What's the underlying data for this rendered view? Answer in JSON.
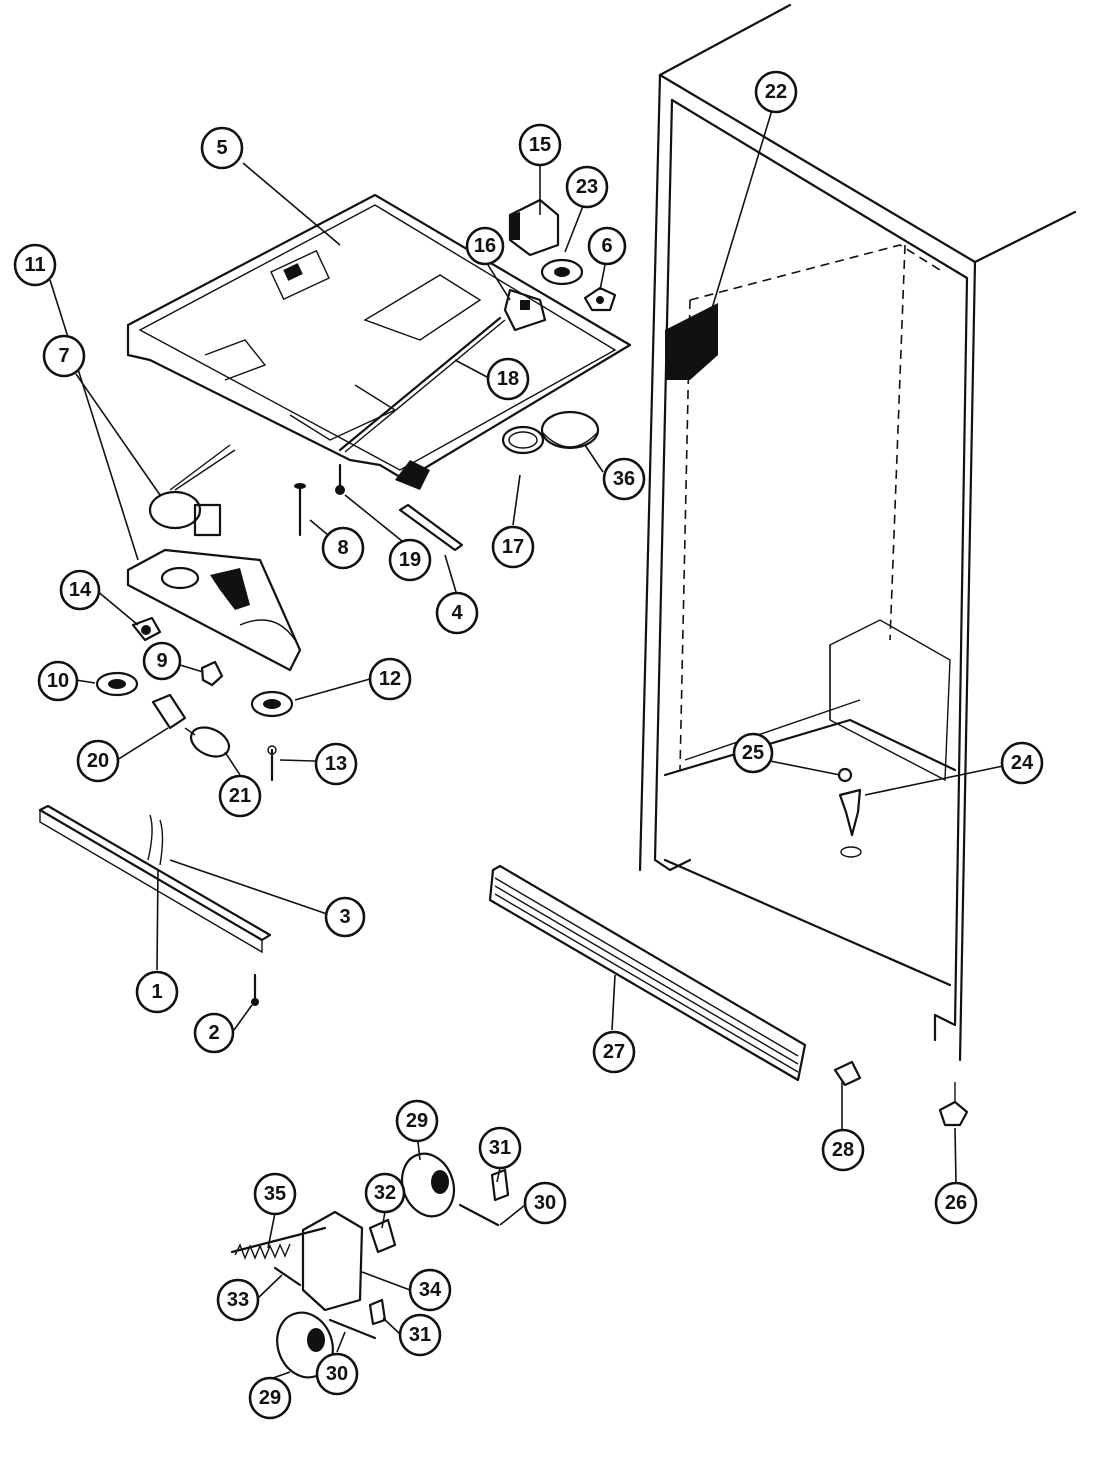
{
  "callouts": [
    {
      "id": "c1",
      "label": "1"
    },
    {
      "id": "c2",
      "label": "2"
    },
    {
      "id": "c3",
      "label": "3"
    },
    {
      "id": "c4",
      "label": "4"
    },
    {
      "id": "c5",
      "label": "5"
    },
    {
      "id": "c6",
      "label": "6"
    },
    {
      "id": "c7",
      "label": "7"
    },
    {
      "id": "c8",
      "label": "8"
    },
    {
      "id": "c9",
      "label": "9"
    },
    {
      "id": "c10",
      "label": "10"
    },
    {
      "id": "c11",
      "label": "11"
    },
    {
      "id": "c12",
      "label": "12"
    },
    {
      "id": "c13",
      "label": "13"
    },
    {
      "id": "c14",
      "label": "14"
    },
    {
      "id": "c15",
      "label": "15"
    },
    {
      "id": "c16",
      "label": "16"
    },
    {
      "id": "c17",
      "label": "17"
    },
    {
      "id": "c18",
      "label": "18"
    },
    {
      "id": "c19",
      "label": "19"
    },
    {
      "id": "c20",
      "label": "20"
    },
    {
      "id": "c21",
      "label": "21"
    },
    {
      "id": "c22",
      "label": "22"
    },
    {
      "id": "c23",
      "label": "23"
    },
    {
      "id": "c24",
      "label": "24"
    },
    {
      "id": "c25",
      "label": "25"
    },
    {
      "id": "c26",
      "label": "26"
    },
    {
      "id": "c27",
      "label": "27"
    },
    {
      "id": "c28",
      "label": "28"
    },
    {
      "id": "c29a",
      "label": "29"
    },
    {
      "id": "c29b",
      "label": "29"
    },
    {
      "id": "c30a",
      "label": "30"
    },
    {
      "id": "c30b",
      "label": "30"
    },
    {
      "id": "c31a",
      "label": "31"
    },
    {
      "id": "c31b",
      "label": "31"
    },
    {
      "id": "c32",
      "label": "32"
    },
    {
      "id": "c33",
      "label": "33"
    },
    {
      "id": "c34",
      "label": "34"
    },
    {
      "id": "c35",
      "label": "35"
    },
    {
      "id": "c36",
      "label": "36"
    }
  ]
}
